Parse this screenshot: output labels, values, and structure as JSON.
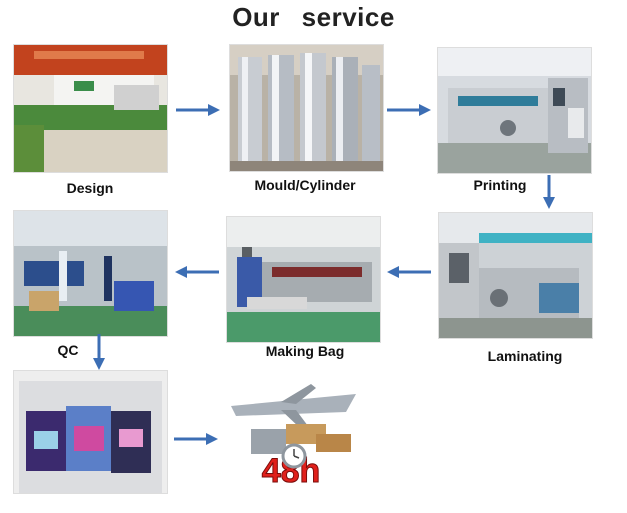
{
  "title": "Our   service",
  "steps": {
    "design": "Design",
    "mould": "Mould/Cylinder",
    "printing": "Printing",
    "qc": "QC",
    "making_bag": "Making Bag",
    "laminating": "Laminating",
    "delivery_badge": "48h"
  },
  "colors": {
    "arrow": "#3c6eb4",
    "badge": "#e0201b"
  }
}
